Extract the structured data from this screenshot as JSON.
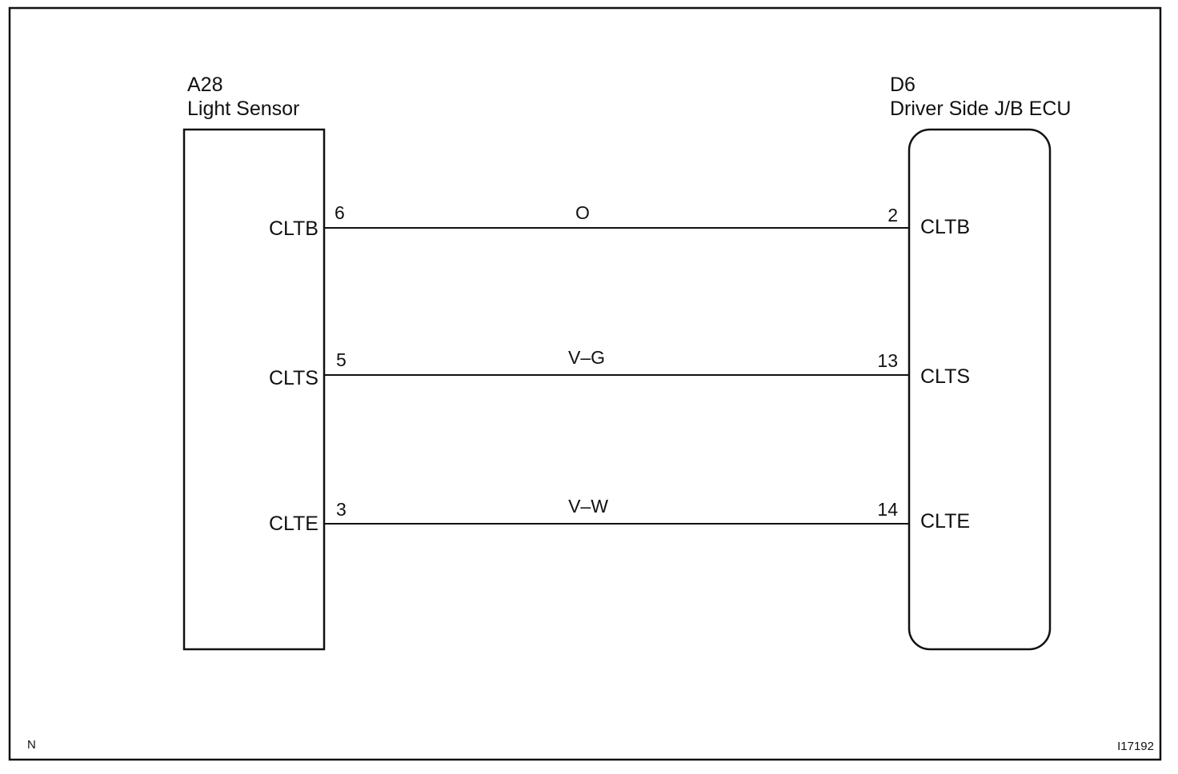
{
  "left_component": {
    "code": "A28",
    "name": "Light Sensor",
    "terminals": [
      {
        "label": "CLTB",
        "pin": "6"
      },
      {
        "label": "CLTS",
        "pin": "5"
      },
      {
        "label": "CLTE",
        "pin": "3"
      }
    ]
  },
  "right_component": {
    "code": "D6",
    "name": "Driver Side J/B ECU",
    "terminals": [
      {
        "label": "CLTB",
        "pin": "2"
      },
      {
        "label": "CLTS",
        "pin": "13"
      },
      {
        "label": "CLTE",
        "pin": "14"
      }
    ]
  },
  "wires": [
    {
      "color_code": "O"
    },
    {
      "color_code": "V–G"
    },
    {
      "color_code": "V–W"
    }
  ],
  "footer": {
    "left_mark": "N",
    "figure_id": "I17192"
  }
}
